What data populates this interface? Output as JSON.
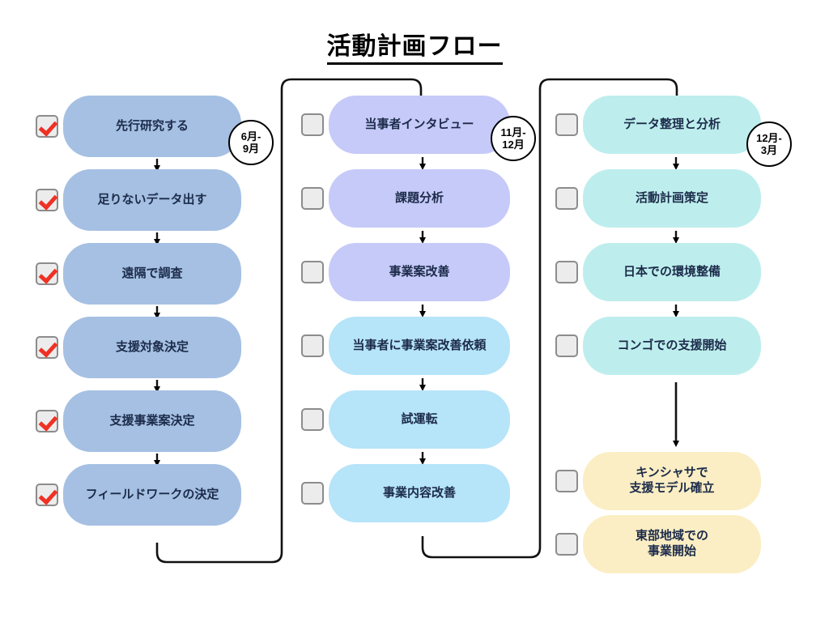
{
  "title": "活動計画フロー",
  "columns": [
    {
      "id": "col1",
      "badge": {
        "line1": "6月-",
        "line2": "9月"
      },
      "color": "#a5c0e3",
      "items": [
        {
          "label": "先行研究する",
          "checked": true
        },
        {
          "label": "足りないデータ出す",
          "checked": true
        },
        {
          "label": "遠隔で調査",
          "checked": true
        },
        {
          "label": "支援対象決定",
          "checked": true
        },
        {
          "label": "支援事業案決定",
          "checked": true
        },
        {
          "label": "フィールドワークの決定",
          "checked": true
        }
      ]
    },
    {
      "id": "col2",
      "badge": {
        "line1": "11月-",
        "line2": "12月"
      },
      "color": "#c6caf8",
      "color_alt": "#b6e4f9",
      "items": [
        {
          "label": "当事者インタビュー",
          "checked": false
        },
        {
          "label": "課題分析",
          "checked": false
        },
        {
          "label": "事業案改善",
          "checked": false
        },
        {
          "label": "当事者に事業案改善依頼",
          "checked": false
        },
        {
          "label": "試運転",
          "checked": false
        },
        {
          "label": "事業内容改善",
          "checked": false
        }
      ]
    },
    {
      "id": "col3",
      "badge": {
        "line1": "12月-",
        "line2": "3月"
      },
      "color": "#bdeeed",
      "color_alt": "#fbeec4",
      "items": [
        {
          "label": "データ整理と分析",
          "checked": false
        },
        {
          "label": "活動計画策定",
          "checked": false
        },
        {
          "label": "日本での環境整備",
          "checked": false
        },
        {
          "label": "コンゴでの支援開始",
          "checked": false
        },
        {
          "label_line1": "キンシャサで",
          "label_line2": "支援モデル確立",
          "checked": false
        },
        {
          "label_line1": "東部地域での",
          "label_line2": "事業開始",
          "checked": false
        }
      ]
    }
  ]
}
